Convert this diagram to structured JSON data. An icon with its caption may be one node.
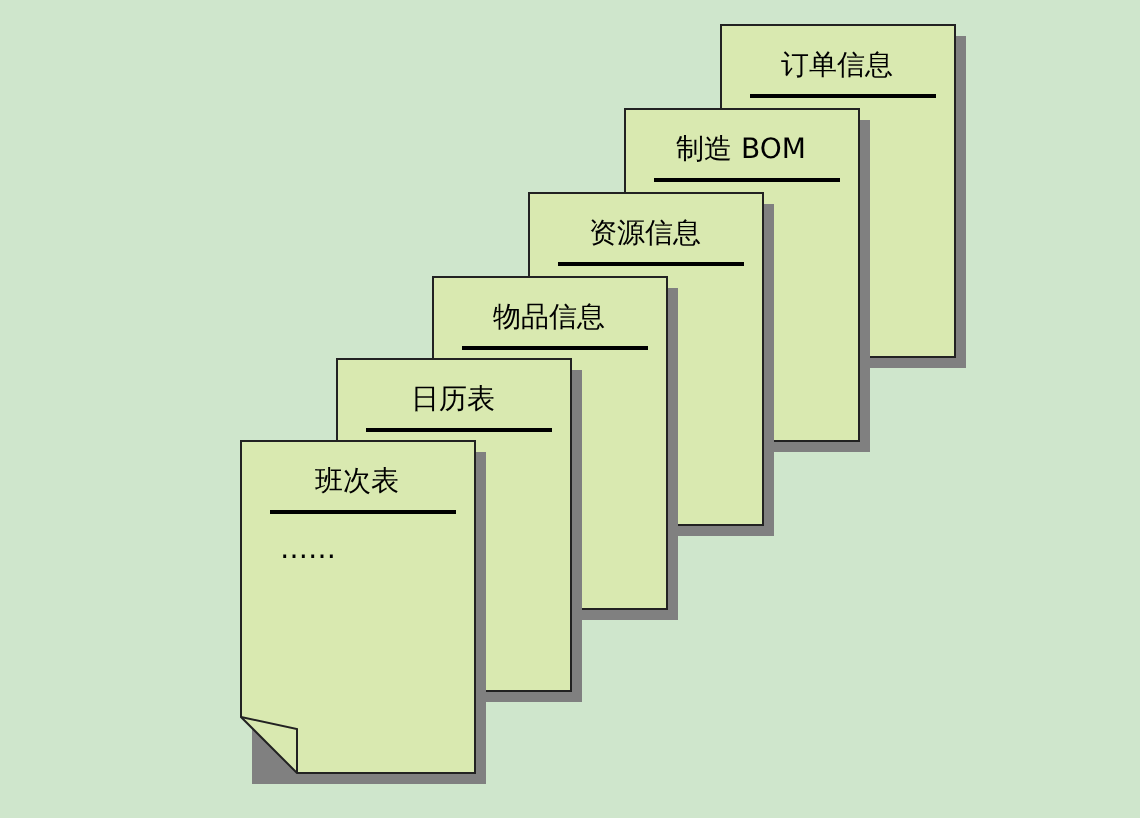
{
  "diagram": {
    "nodes": [
      {
        "text": [
          "订单信息"
        ]
      },
      {
        "text": [
          "制造 BOM"
        ]
      },
      {
        "text": [
          "资源信息"
        ]
      },
      {
        "text": [
          "物品信息"
        ]
      },
      {
        "text": [
          "日历表"
        ]
      },
      {
        "text": [
          "班次表",
          "……"
        ]
      }
    ]
  }
}
